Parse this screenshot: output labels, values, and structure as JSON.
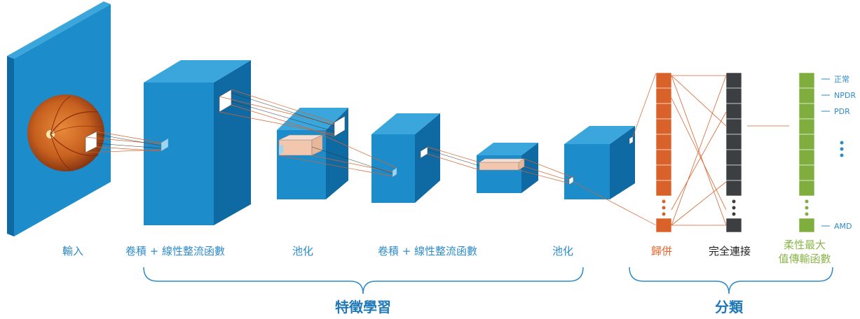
{
  "stages": {
    "input": "輸入",
    "conv1": "卷積 + 線性整流函數",
    "pool1": "池化",
    "conv2": "卷積 + 線性整流函數",
    "pool2": "池化",
    "flatten": "歸併",
    "fully_connected": "完全連接",
    "softmax_line1": "柔性最大",
    "softmax_line2": "值傳輸函數"
  },
  "groups": {
    "feature_learning": "特徵學習",
    "classification": "分類"
  },
  "classes": [
    "正常",
    "NPDR",
    "PDR",
    "AMD"
  ],
  "colors": {
    "block_front": "#1c8ccb",
    "block_side": "#0f6aa3",
    "block_top": "#3aa6dc",
    "flatten": "#d9622b",
    "fully_connected": "#3c3f41",
    "softmax": "#7fae3e",
    "brace": "#2e8bc9",
    "connector": "#d9622b"
  }
}
